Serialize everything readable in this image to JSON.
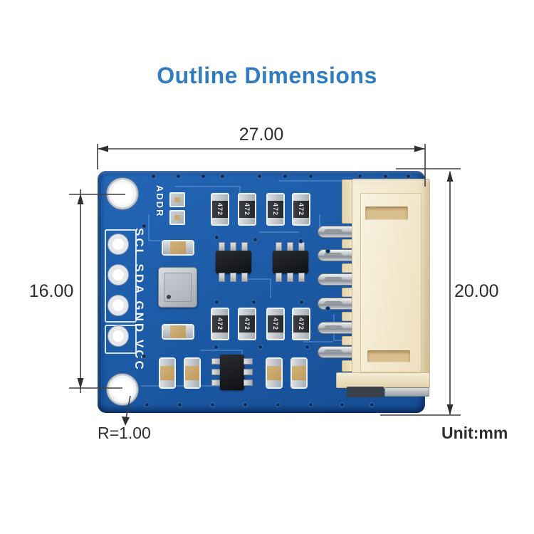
{
  "title": "Outline Dimensions",
  "dimensions": {
    "board_width_mm": "27.00",
    "board_height_mm": "20.00",
    "hole_pitch_mm": "16.00",
    "corner_radius": "R=1.00",
    "unit_note": "Unit:mm"
  },
  "board": {
    "interface_pin_labels": "SCL SDA GND VCC",
    "addr_pads_label": "ADDR",
    "resistor_marking": "472"
  },
  "colors": {
    "title_accent": "#2f7cc0",
    "pcb_blue": "#1d5ca8",
    "silkscreen_white": "#e9f2fb",
    "connector_beige": "#f0e4c6",
    "dimension_line": "#3f3f3f"
  }
}
